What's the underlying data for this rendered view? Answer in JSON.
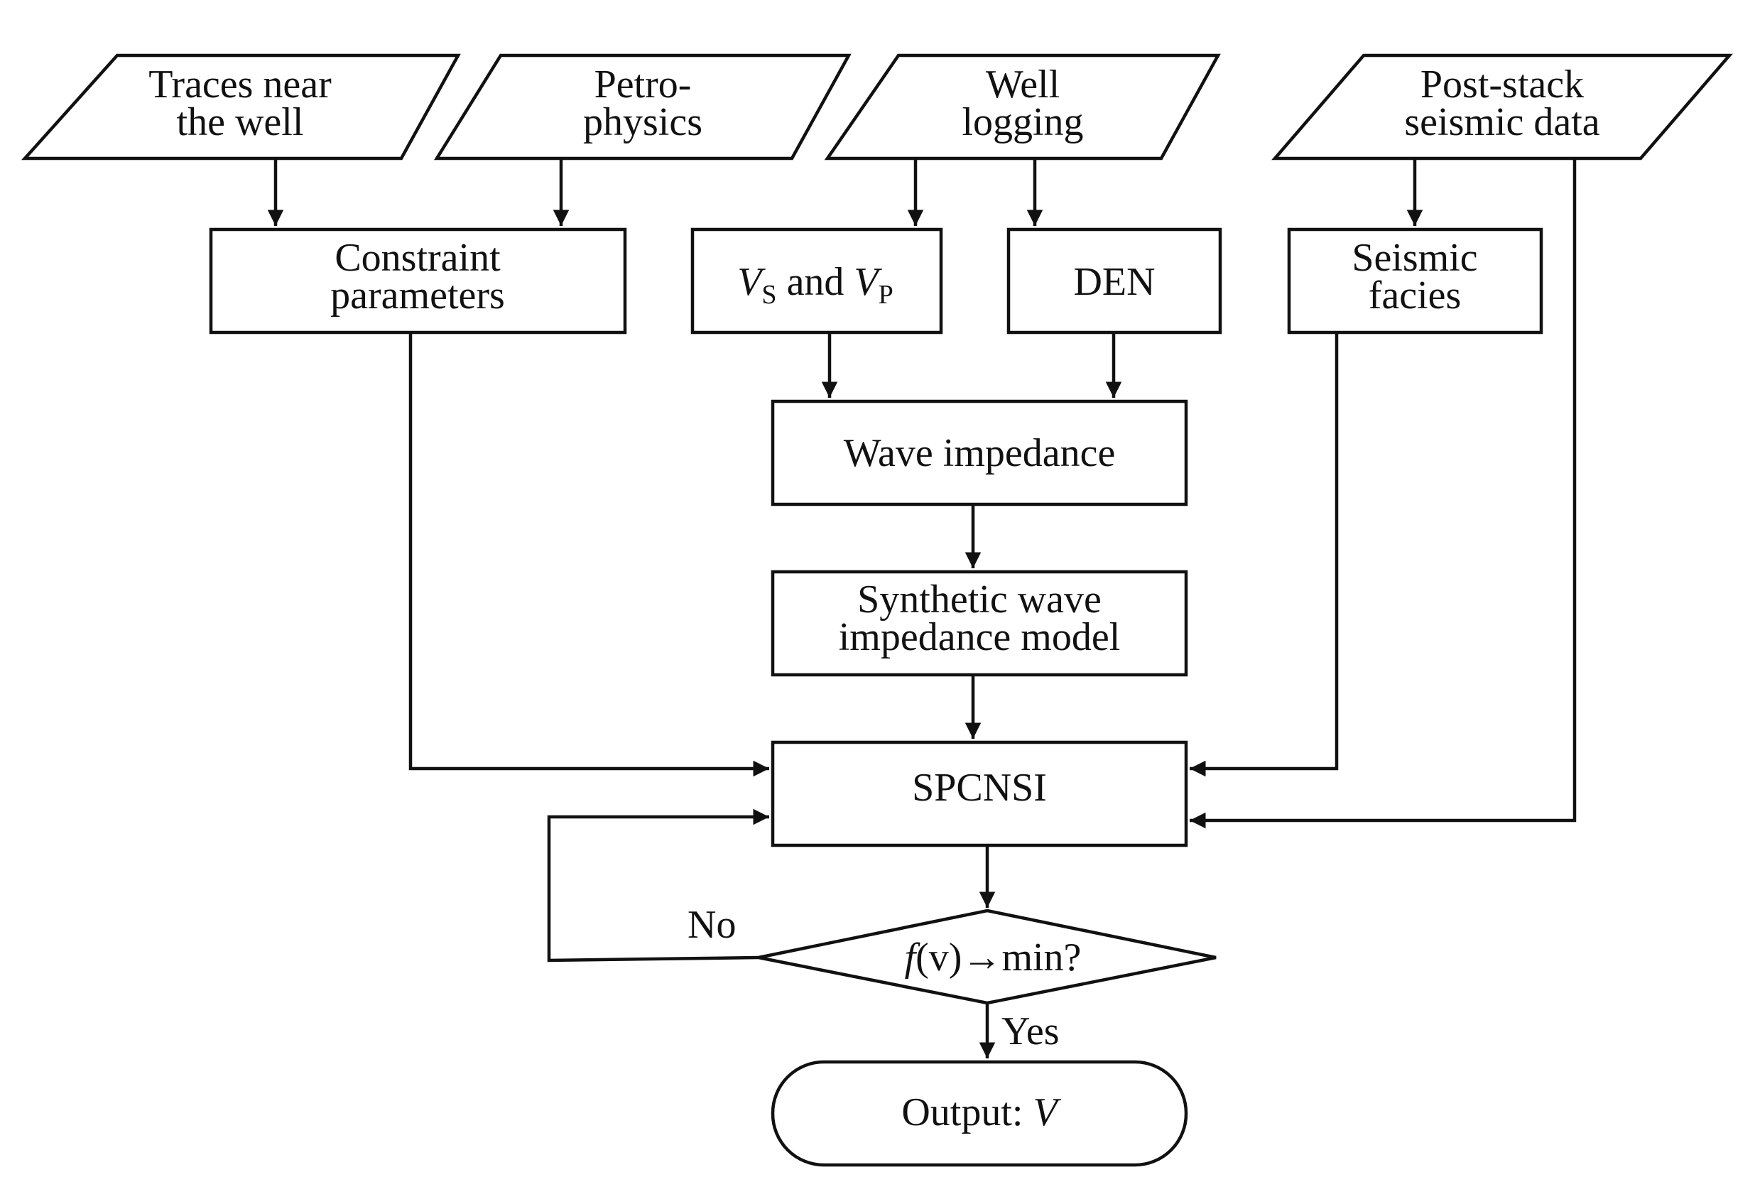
{
  "inputs": {
    "traces": {
      "line1": "Traces near",
      "line2": "the well"
    },
    "petro": {
      "line1": "Petro-",
      "line2": "physics"
    },
    "well_logging": {
      "line1": "Well",
      "line2": "logging"
    },
    "post_stack": {
      "line1": "Post-stack",
      "line2": "seismic data"
    }
  },
  "process": {
    "constraint": {
      "line1": "Constraint",
      "line2": "parameters"
    },
    "vs_vp": {
      "v1": "V",
      "s_sub": "S",
      "and": " and ",
      "v2": "V",
      "p_sub": "P"
    },
    "den": {
      "label": "DEN"
    },
    "seismic_facies": {
      "line1": "Seismic",
      "line2": "facies"
    },
    "wave_impedance": {
      "label": "Wave impedance"
    },
    "synthetic": {
      "line1": "Synthetic wave",
      "line2": "impedance model"
    },
    "spcnsi": {
      "label": "SPCNSI"
    }
  },
  "decision": {
    "f": "f",
    "arg": "(v)",
    "arrow": "→",
    "rest": "min?"
  },
  "labels": {
    "no": "No",
    "yes": "Yes"
  },
  "terminal": {
    "prefix": "Output: ",
    "var": "V"
  }
}
